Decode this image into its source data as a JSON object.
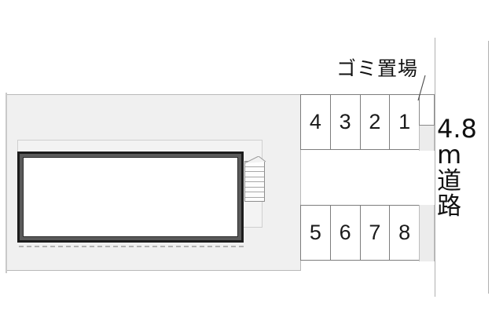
{
  "plan": {
    "title": "apartment-site-plan",
    "lot": {
      "building_name": "",
      "stairs_name": "stairs"
    },
    "labels": {
      "garbage_area": "ゴミ置場",
      "road_width": "4.8",
      "road_unit": "m",
      "road_word": "道路"
    },
    "parking": {
      "upper_row": [
        {
          "number": "4"
        },
        {
          "number": "3"
        },
        {
          "number": "2"
        },
        {
          "number": "1"
        }
      ],
      "lower_row": [
        {
          "number": "5"
        },
        {
          "number": "6"
        },
        {
          "number": "7"
        },
        {
          "number": "8"
        }
      ]
    },
    "colors": {
      "lot_fill": "#f0f0f0",
      "building_outline": "#1c1c1c",
      "building_band": "#5a5a5a",
      "building_fill": "#ffffff",
      "stall_stroke": "#7d7d7d",
      "road_stroke": "#b0b0b0",
      "text": "#111111",
      "page_bg": "#ffffff"
    }
  }
}
